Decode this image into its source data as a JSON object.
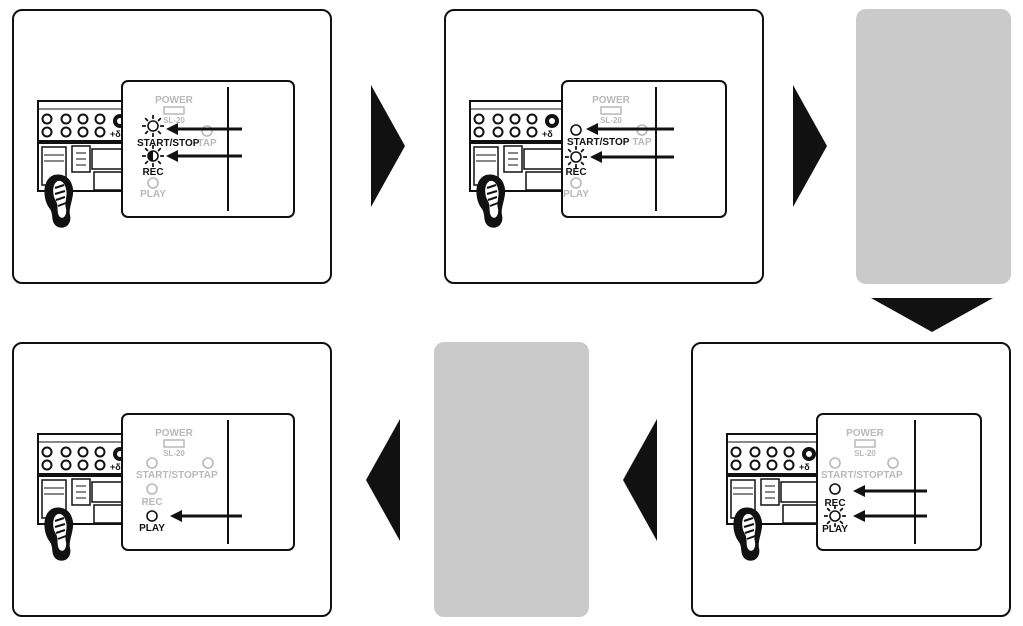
{
  "labels": {
    "power": "POWER",
    "model": "SL-20",
    "start_stop": "START/STOP",
    "tap": "TAP",
    "rec": "REC",
    "play": "PLAY"
  },
  "colors": {
    "ink": "#111111",
    "dim": "#b9b9b9",
    "placeholder": "#cacaca"
  },
  "steps": [
    {
      "start_stop": "blinking",
      "rec": "half-lit",
      "play": "off"
    },
    {
      "start_stop": "off",
      "rec": "blinking",
      "play": "off"
    },
    {
      "rec": "off",
      "play": "blinking"
    },
    {
      "rec": "off",
      "play": "off"
    }
  ]
}
